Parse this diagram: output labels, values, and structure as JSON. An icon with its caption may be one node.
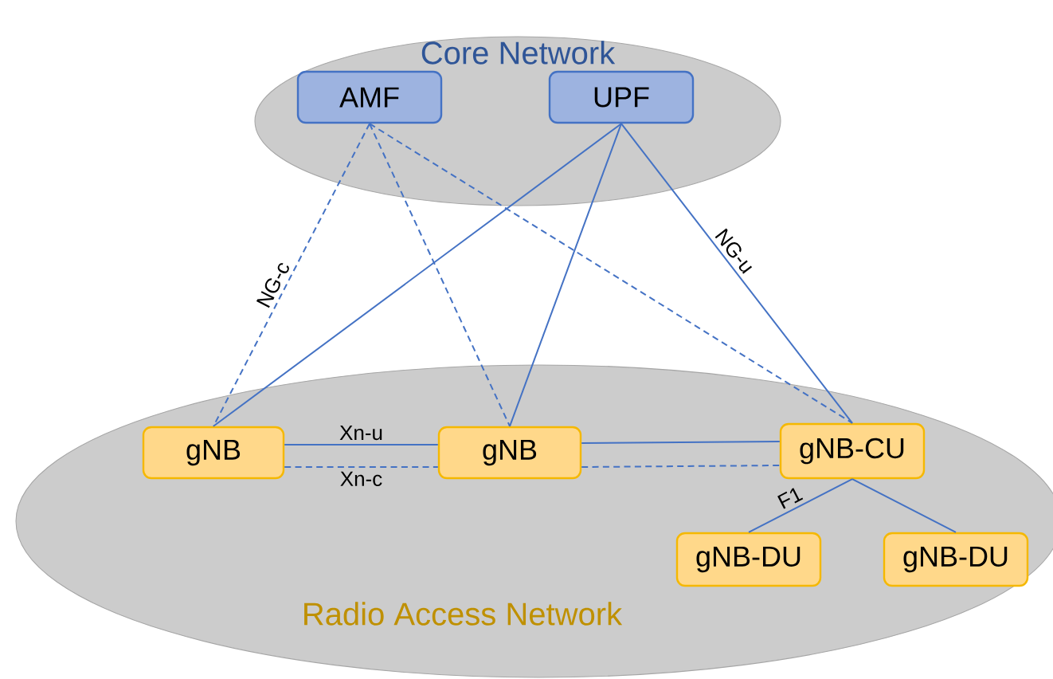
{
  "diagram": {
    "nodes": [
      {
        "text": [
          "Core Network"
        ]
      },
      {
        "text": [
          "AMF"
        ],
        "in": 0
      },
      {
        "text": [
          "UPF"
        ],
        "in": 0
      },
      {
        "text": [
          "Radio Access Network"
        ]
      },
      {
        "text": [
          "gNB"
        ],
        "in": 3
      },
      {
        "text": [
          "gNB"
        ],
        "in": 3
      },
      {
        "text": [
          "gNB-CU"
        ],
        "in": 3
      },
      {
        "text": [
          "gNB-DU"
        ],
        "in": 3
      },
      {
        "text": [
          "gNB-DU"
        ],
        "in": 3
      }
    ],
    "edges": [
      {
        "from": 1,
        "to": 4,
        "arrow": "none",
        "style": "dashed",
        "label": "NG-c"
      },
      {
        "from": 1,
        "to": 5,
        "arrow": "none",
        "style": "dashed"
      },
      {
        "from": 1,
        "to": 6,
        "arrow": "none",
        "style": "dashed"
      },
      {
        "from": 2,
        "to": 4,
        "arrow": "none"
      },
      {
        "from": 2,
        "to": 5,
        "arrow": "none"
      },
      {
        "from": 2,
        "to": 6,
        "arrow": "none",
        "label": "NG-u"
      },
      {
        "from": 4,
        "to": 5,
        "arrow": "none",
        "label": "Xn-u"
      },
      {
        "from": 4,
        "to": 5,
        "arrow": "none",
        "style": "dashed",
        "label": "Xn-c"
      },
      {
        "from": 5,
        "to": 6,
        "arrow": "none"
      },
      {
        "from": 5,
        "to": 6,
        "arrow": "none",
        "style": "dashed"
      },
      {
        "from": 6,
        "to": 7,
        "arrow": "none",
        "label": "F1"
      },
      {
        "from": 6,
        "to": 8,
        "arrow": "none"
      }
    ]
  }
}
